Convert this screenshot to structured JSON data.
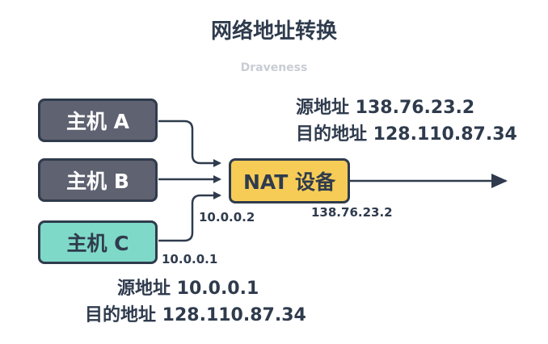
{
  "title": "网络地址转换",
  "subtitle": "Draveness",
  "hosts": [
    {
      "label": "主机 A"
    },
    {
      "label": "主机 B"
    },
    {
      "label": "主机 C"
    }
  ],
  "nat_label": "NAT 设备",
  "outbound": {
    "src": "源地址 138.76.23.2",
    "dst": "目的地址 128.110.87.34"
  },
  "inbound": {
    "src": "源地址 10.0.0.1",
    "dst": "目的地址 128.110.87.34"
  },
  "labels": {
    "nat_inside_ip": "10.0.0.2",
    "nat_outside_ip": "138.76.23.2",
    "host_c_ip": "10.0.0.1"
  },
  "colors": {
    "dark_host": "#5f6270",
    "teal_host": "#7fd9c8",
    "nat": "#f6cc57",
    "stroke": "#2f3b4d"
  }
}
